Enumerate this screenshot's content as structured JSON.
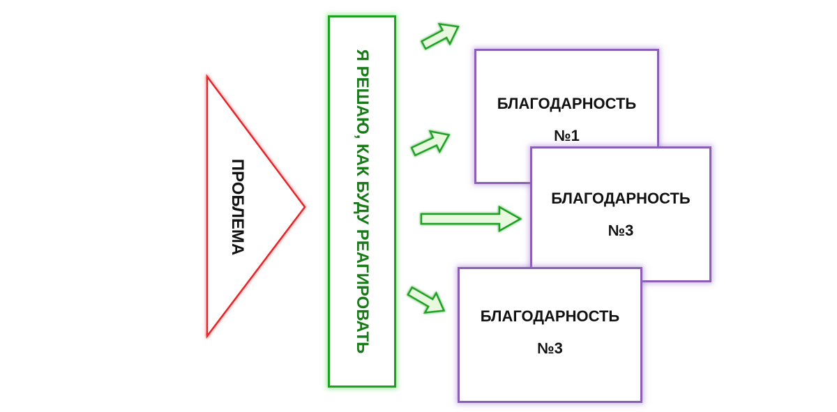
{
  "problem": {
    "label": "ПРОБЛЕМА",
    "border_color": "#e3262a"
  },
  "decision": {
    "label": "Я РЕШАЮ, КАК БУДУ РЕАГИРОВАТЬ",
    "border_color": "#1fa022",
    "text_color": "#1a7a1a"
  },
  "arrows": {
    "fill_color": "#e8f9e0",
    "stroke_color": "#1fa022",
    "count": 4
  },
  "gratitude_boxes": [
    {
      "title": "БЛАГОДАРНОСТЬ",
      "number": "№1"
    },
    {
      "title": "БЛАГОДАРНОСТЬ",
      "number": "№3"
    },
    {
      "title": "БЛАГОДАРНОСТЬ",
      "number": "№3"
    }
  ],
  "gratitude_border_color": "#8a5fb5"
}
